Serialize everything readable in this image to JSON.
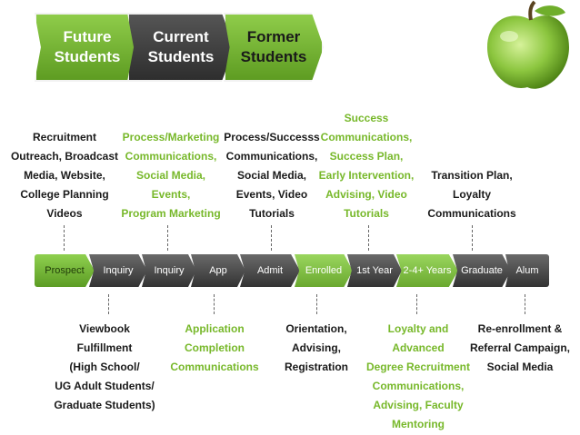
{
  "tabs": {
    "future": "Future\nStudents",
    "current": "Current\nStudents",
    "former": "Former\nStudents"
  },
  "upper_labels": [
    {
      "text": "Recruitment\nOutreach, Broadcast\nMedia, Website,\nCollege Planning\nVideos",
      "color": "black"
    },
    {
      "text": "Process/Marketing\nCommunications,\nSocial Media,\nEvents,\nProgram Marketing",
      "color": "green"
    },
    {
      "text": "Process/Successs\nCommunications,\nSocial Media,\nEvents, Video\nTutorials",
      "color": "black"
    },
    {
      "text": "Success\nCommunications,\nSuccess Plan,\nEarly Intervention,\nAdvising, Video\nTutorials",
      "color": "green"
    },
    {
      "text": "Transition Plan,\nLoyalty\nCommunications",
      "color": "black"
    }
  ],
  "stages": [
    "Prospect",
    "Inquiry",
    "Inquiry",
    "App",
    "Admit",
    "Enrolled",
    "1st Year",
    "2-4+ Years",
    "Graduate",
    "Alum"
  ],
  "lower_labels": [
    {
      "text": "Viewbook\nFulfillment\n(High School/\nUG Adult Students/\nGraduate Students)",
      "color": "black"
    },
    {
      "text": "Application\nCompletion\nCommunications",
      "color": "green"
    },
    {
      "text": "Orientation,\nAdvising,\nRegistration",
      "color": "black"
    },
    {
      "text": "Loyalty and\nAdvanced\nDegree Recruitment\nCommunications,\nAdvising, Faculty\nMentoring",
      "color": "green"
    },
    {
      "text": "Re-enrollment &\nReferral Campaign,\nSocial Media",
      "color": "black"
    }
  ]
}
